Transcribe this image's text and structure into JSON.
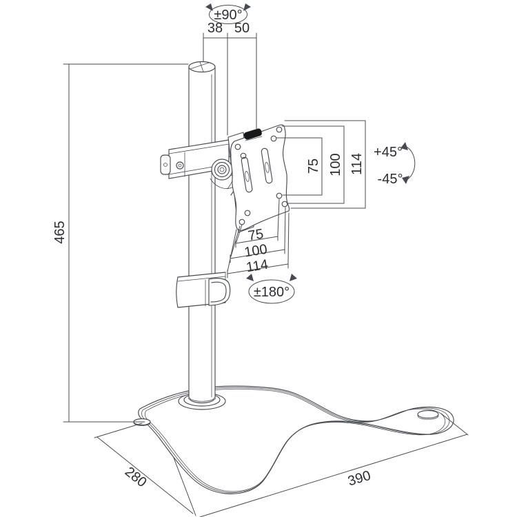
{
  "diagram": {
    "labels": {
      "rotation_top": "±90°",
      "offset_left": "38",
      "offset_right": "50",
      "pole_height": "465",
      "vesa_v_inner": "75",
      "vesa_v_mid": "100",
      "vesa_v_outer": "114",
      "vesa_h_inner": "75",
      "vesa_h_mid": "100",
      "vesa_h_outer": "114",
      "tilt_up": "+45°",
      "tilt_down": "-45°",
      "rotation_plate": "±180°",
      "base_depth": "280",
      "base_width": "390"
    },
    "colors": {
      "line": "#474b51",
      "text": "#2b2d30",
      "knob": "#17181a",
      "background": "#ffffff"
    }
  }
}
